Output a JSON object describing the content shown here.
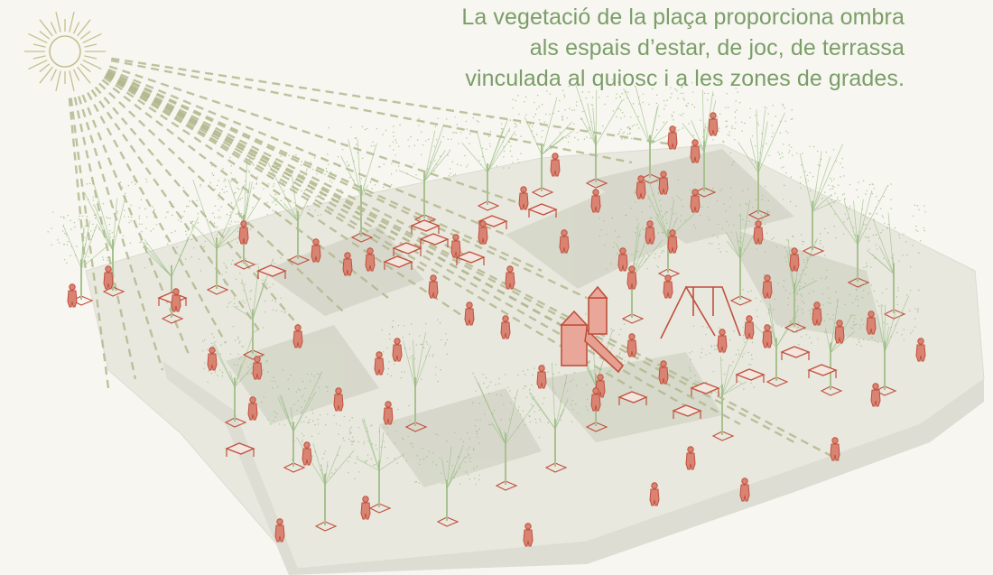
{
  "caption": {
    "lines": [
      "La vegetació de la plaça proporciona ombra",
      "als espais d’estar, de joc, de terrassa",
      "vinculada al quiosc i a les zones de grades."
    ]
  },
  "icons": {
    "sun": "sun-icon",
    "tree": "tree-icon",
    "person": "person-icon",
    "bench": "bench-icon",
    "playground": "playground-icon"
  },
  "colors": {
    "background": "#f7f6f0",
    "plaza": "#e9e8df",
    "plaza_edge": "#d9d8cd",
    "shadow": "#d2d4c6",
    "sun": "#c8bf8f",
    "sun_rays": "#b3b98f",
    "tree_trunk": "#a9c08f",
    "tree_foliage": "#9bbf86",
    "figure": "#d98373",
    "figure_stroke": "#c0503c",
    "caption": "#7b9e69"
  }
}
